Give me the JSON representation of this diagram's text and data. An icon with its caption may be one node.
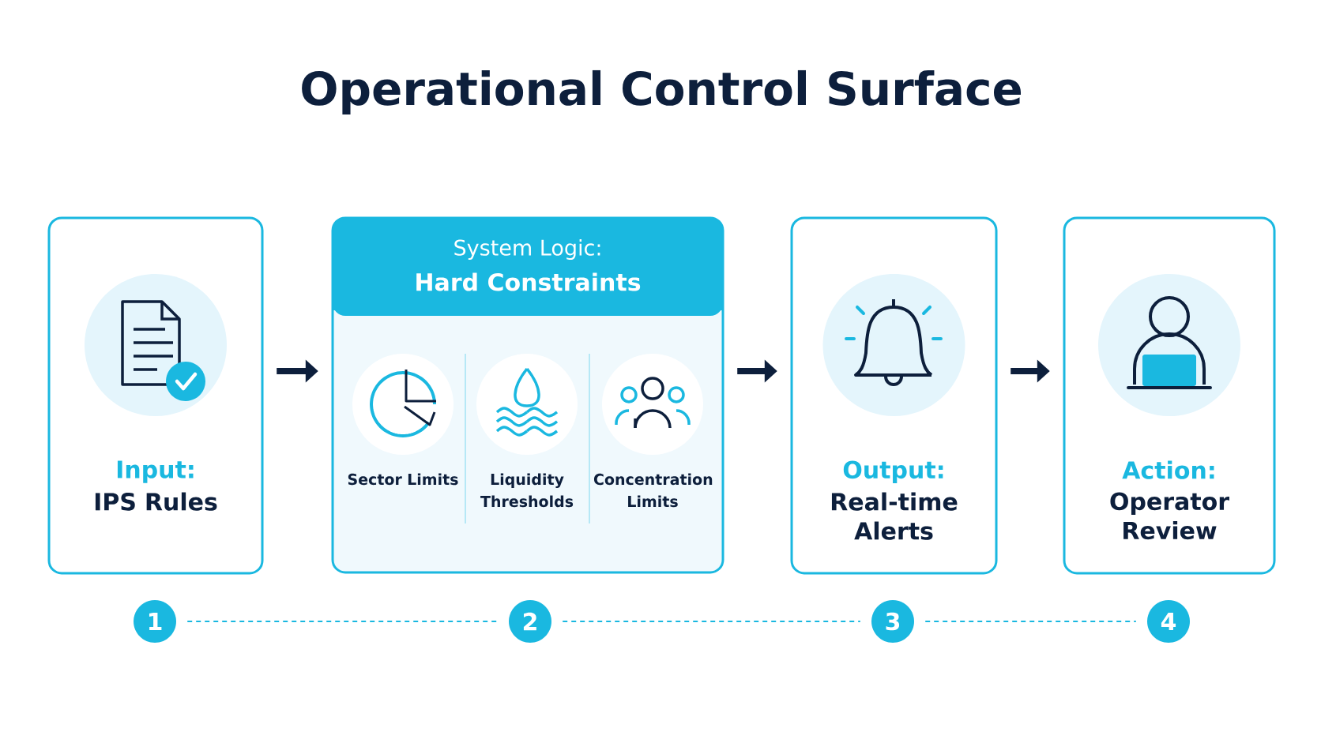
{
  "diagram": {
    "title": "Operational Control Surface",
    "nodes": [
      {
        "text": [
          "Input:",
          "IPS Rules"
        ]
      },
      {
        "text": [
          "System Logic:",
          "Hard Constraints"
        ]
      },
      {
        "text": [
          "Sector Limits"
        ],
        "in": 1
      },
      {
        "text": [
          "Liquidity Thresholds"
        ],
        "in": 1
      },
      {
        "text": [
          "Concentration Limits"
        ],
        "in": 1
      },
      {
        "text": [
          "Output:",
          "Real-time Alerts"
        ]
      },
      {
        "text": [
          "Action:",
          "Operator Review"
        ]
      },
      {
        "text": [
          "1"
        ]
      },
      {
        "text": [
          "2"
        ]
      },
      {
        "text": [
          "3"
        ]
      },
      {
        "text": [
          "4"
        ]
      }
    ],
    "edges": [
      {
        "from": 0,
        "to": 1,
        "arrow": "to",
        "style": "thick"
      },
      {
        "from": 1,
        "to": 5,
        "arrow": "to",
        "style": "thick"
      },
      {
        "from": 5,
        "to": 6,
        "arrow": "to",
        "style": "thick"
      },
      {
        "from": 7,
        "to": 8,
        "arrow": "none",
        "style": "dashed",
        "color": "#1ab8e0"
      },
      {
        "from": 8,
        "to": 9,
        "arrow": "none",
        "style": "dashed",
        "color": "#1ab8e0"
      },
      {
        "from": 9,
        "to": 10,
        "arrow": "none",
        "style": "dashed",
        "color": "#1ab8e0"
      }
    ]
  }
}
